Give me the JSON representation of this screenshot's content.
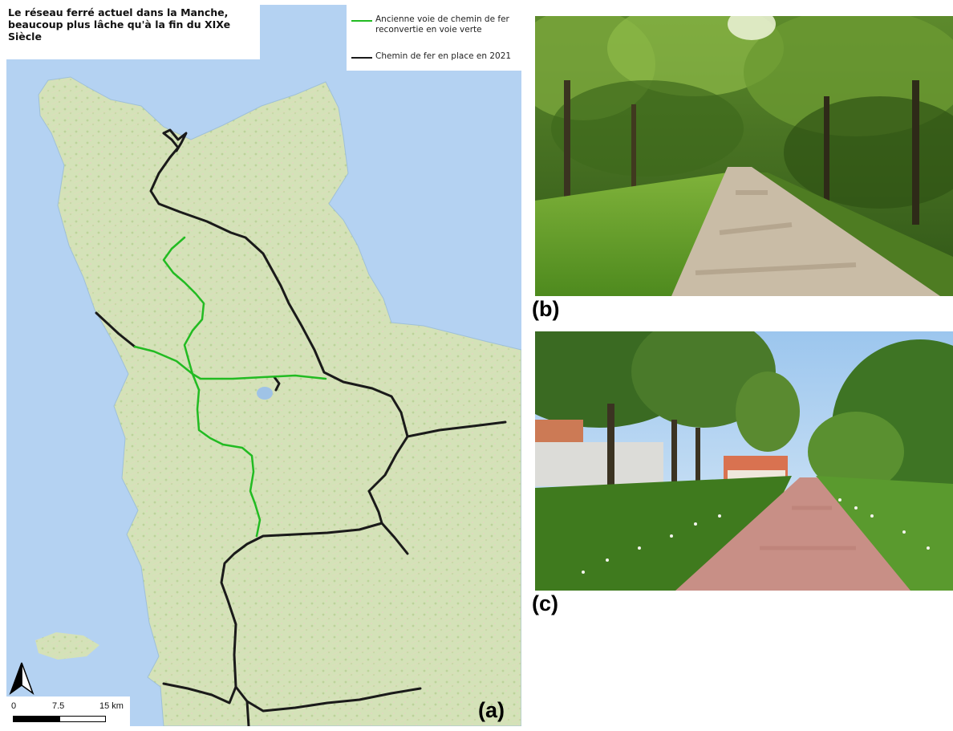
{
  "panels": {
    "a": {
      "label": "(a)",
      "title": "Le réseau ferré actuel dans la Manche, beaucoup plus lâche qu'à la fin du XIXe Siècle",
      "legend": [
        {
          "label": "Ancienne voie de chemin de fer reconvertie en voie verte",
          "color": "#22bb22"
        },
        {
          "label": "Chemin de fer en place en 2021",
          "color": "#1a1a1a"
        }
      ],
      "scalebar": {
        "ticks": [
          "0",
          "7.5",
          "15 km"
        ]
      },
      "north_arrow": "north-arrow-icon",
      "colors": {
        "sea": "#b4d2f2",
        "land": "#d2e0b6",
        "railway": "#1a1a1a",
        "greenway": "#22bb22"
      }
    },
    "b": {
      "label": "(b)"
    },
    "c": {
      "label": "(c)"
    }
  }
}
